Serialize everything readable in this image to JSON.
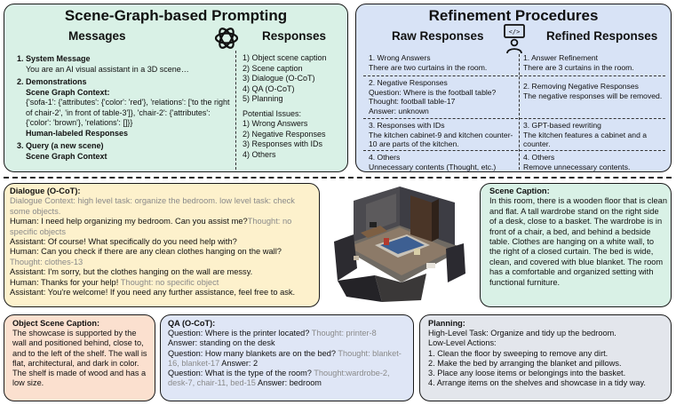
{
  "prompting": {
    "title": "Scene-Graph-based Prompting",
    "messages_header": "Messages",
    "responses_header": "Responses",
    "messages": {
      "system_heading": "1. System Message",
      "system_text": "You are an AI visual assistant in a 3D scene…",
      "demo_heading": "2. Demonstrations",
      "scene_graph_context": "Scene Graph Context:",
      "scene_graph_json": "{'sofa-1': {'attributes': {'color': 'red'}, 'relations': ['to the right of chair-2', 'in front of table-3']}, 'chair-2': {'attributes': {'color': 'brown'}, 'relations': []}}",
      "human_labeled": "Human-labeled Responses",
      "query_heading": "3. Query (a new scene)",
      "query_context": "Scene Graph Context"
    },
    "responses": [
      "1) Object scene caption",
      "2) Scene caption",
      "3) Dialogue (O-CoT)",
      "4) QA (O-CoT)",
      "5) Planning"
    ],
    "issues_heading": "Potential Issues:",
    "issues": [
      "1) Wrong Answers",
      "2) Negative Responses",
      "3) Responses with IDs",
      "4) Others"
    ]
  },
  "refinement": {
    "title": "Refinement Procedures",
    "raw_header": "Raw Responses",
    "refined_header": "Refined Responses",
    "rows": [
      {
        "raw": [
          "1. Wrong Answers",
          "There are two curtains in the room."
        ],
        "refined": [
          "1. Answer Refinement",
          "There are 3 curtains in the room."
        ]
      },
      {
        "raw": [
          "2. Negative Responses",
          "Question: Where is the football table?",
          "Thought: football table-17",
          "Answer: unknown"
        ],
        "refined": [
          "2. Removing Negative Responses",
          "The negative responses will be removed."
        ]
      },
      {
        "raw": [
          "3. Responses with IDs",
          "The kitchen cabinet-9 and kitchen counter-10 are parts of the kitchen."
        ],
        "refined": [
          "3. GPT-based rewriting",
          "The kitchen features a cabinet and a counter."
        ]
      },
      {
        "raw": [
          "4. Others",
          "Unnecessary contents (Thought, etc.)"
        ],
        "refined": [
          "4. Others",
          "Remove unnecessary contents."
        ]
      }
    ]
  },
  "dialogue": {
    "title": "Dialogue (O-CoT):",
    "context": "Dialogue Context: high level task: organize the bedroom. low level task: check some objects.",
    "l1": "Human: I need help organizing my bedroom. Can you assist me?",
    "l1_thought": "Thought: no specific objects",
    "l2": "Assistant: Of course! What specifically do you need help with?",
    "l3": "Human: Can you check if there are any clean clothes hanging on the wall?",
    "l3_thought": "Thought: clothes-13",
    "l4": "Assistant: I'm sorry, but the clothes hanging on the wall are messy.",
    "l5": "Human: Thanks for your help!",
    "l5_thought": "Thought: no specific object",
    "l6": "Assistant: You're welcome! If you need any further assistance, feel free to ask."
  },
  "scene_caption": {
    "title": "Scene Caption:",
    "text": "In this room, there is a wooden floor that is clean and flat. A tall wardrobe stand on the right side of a desk, close to a basket. The wardrobe is in front of a chair, a bed, and behind a bedside table. Clothes are hanging on a white wall, to the right of a closed curtain. The bed is wide, clean, and covered with blue blanket. The room has a comfortable and organized setting with functional furniture."
  },
  "object_caption": {
    "title": "Object Scene Caption:",
    "text": "The showcase is supported by the wall and positioned behind, close to, and to the left of the shelf. The wall is flat, architectural, and dark in color. The shelf is made of wood and has a low size."
  },
  "qa": {
    "title": "QA (O-CoT):",
    "q1": "Question: Where is the printer located?",
    "q1_thought": "Thought: printer-8",
    "a1": "Answer: standing on the desk",
    "q2": "Question: How many blankets are on the bed?",
    "q2_thought": "Thought: blanket-16, blanket-17",
    "a2": "Answer: 2",
    "q3": "Question: What is the type of the room?",
    "q3_thought": "Thought:wardrobe-2, desk-7, chair-11, bed-15",
    "a3": "Answer: bedroom"
  },
  "planning": {
    "title": "Planning:",
    "high": "High-Level Task: Organize and tidy up the bedroom.",
    "low": "Low-Level Actions:",
    "steps": [
      "1. Clean the floor by sweeping to remove any dirt.",
      "2. Make the bed by arranging the blanket and pillows.",
      "3. Place any loose items or belongings into the basket.",
      "4. Arrange items on the shelves and showcase in a tidy way."
    ]
  },
  "colors": {
    "green_panel": "#d9f1e6",
    "blue_panel": "#d8e3f6",
    "yellow_panel": "#fdf1cc",
    "peach_panel": "#fbe0cf",
    "qa_panel": "#dfe6f6",
    "gray_panel": "#e3e6ec",
    "thought_gray": "#8a8a8a"
  },
  "icons": [
    "openai-logo-icon",
    "person-at-monitor-icon"
  ]
}
